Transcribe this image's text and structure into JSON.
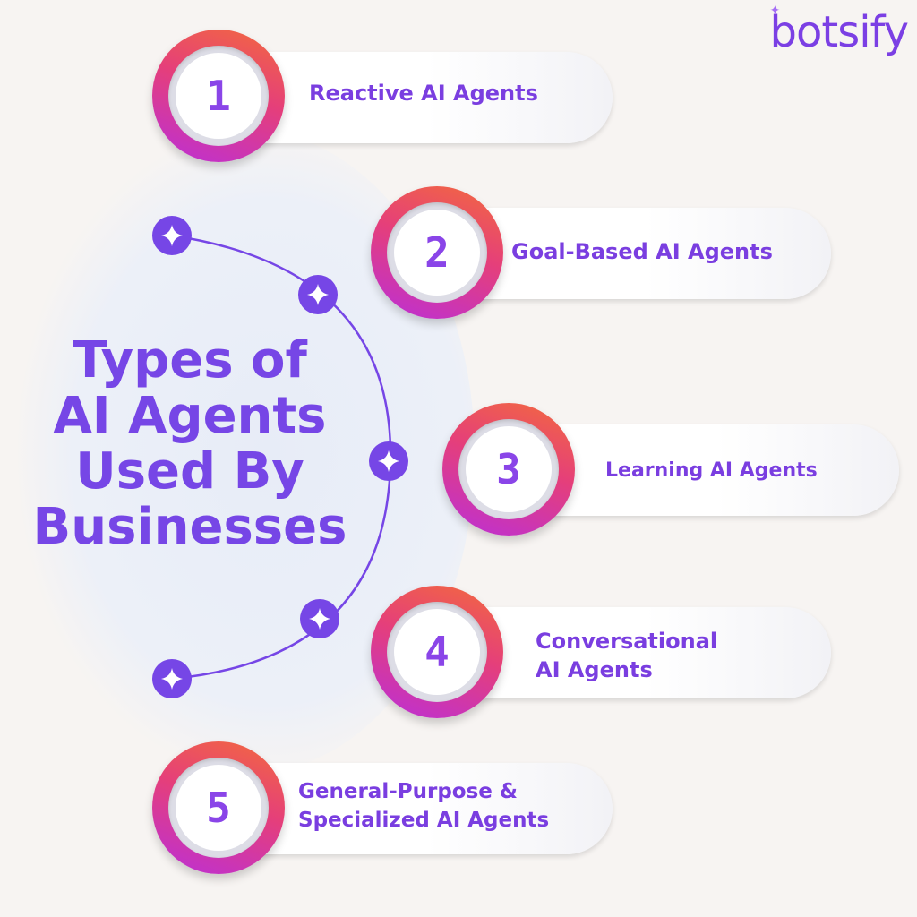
{
  "brand": {
    "logo_text": "botsify"
  },
  "title": {
    "lines": [
      "Types of",
      "AI Agents",
      "Used By",
      "Businesses"
    ]
  },
  "items": [
    {
      "number": "1",
      "label": "Reactive AI Agents"
    },
    {
      "number": "2",
      "label": "Goal-Based AI Agents"
    },
    {
      "number": "3",
      "label": "Learning AI Agents"
    },
    {
      "number": "4",
      "label": "Conversational\nAI Agents"
    },
    {
      "number": "5",
      "label": "General-Purpose &\nSpecialized AI Agents"
    }
  ],
  "colors": {
    "accent": "#7646e6",
    "badge_gradient": [
      "#f36a3d",
      "#e53f7a",
      "#bb2fd8"
    ],
    "background": "#f7f4f2"
  }
}
